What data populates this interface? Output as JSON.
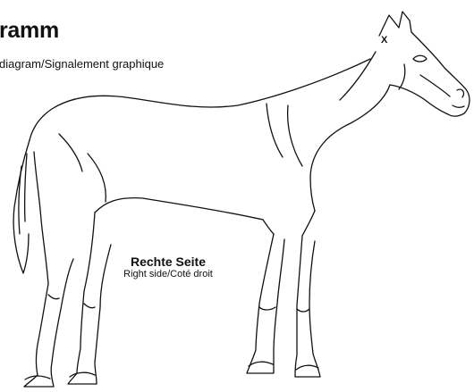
{
  "header": {
    "title": "ramm",
    "subtitle": "diagram/Signalement graphique"
  },
  "diagram": {
    "side_label": "Rechte Seite",
    "side_label_translation": "Right side/Coté droit",
    "marking_symbol": "X",
    "line_color": "#111111"
  }
}
